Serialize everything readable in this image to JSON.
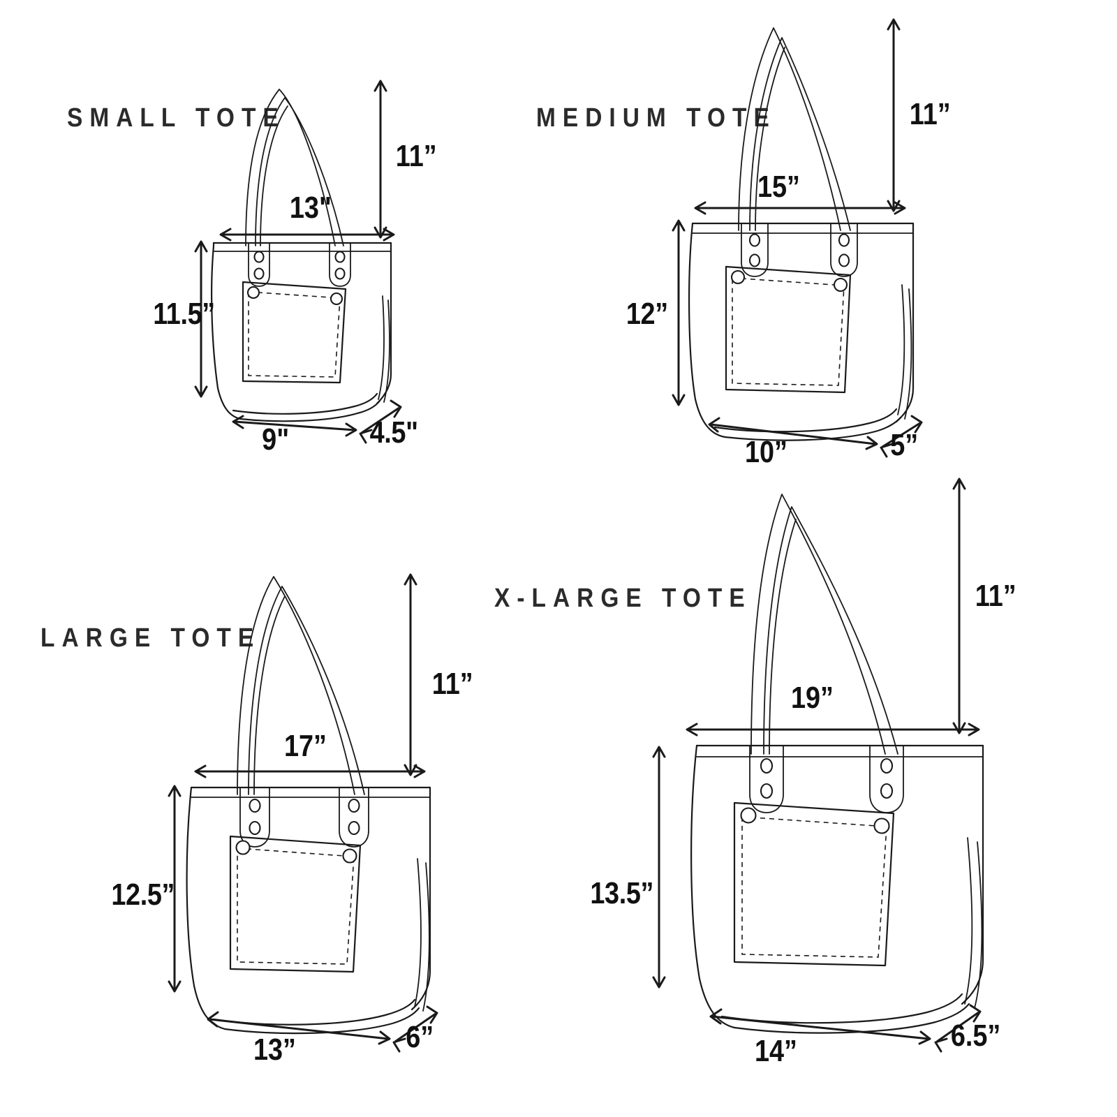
{
  "page": {
    "background_color": "#ffffff",
    "line_color": "#1a1a1a",
    "title_color": "#2b2b2b",
    "label_color": "#111111"
  },
  "chart_data": {
    "type": "table",
    "title": "Tote Bag Size Chart",
    "units": "inches",
    "categories": [
      "SMALL TOTE",
      "MEDIUM TOTE",
      "LARGE TOTE",
      "X-LARGE TOTE"
    ],
    "measurements": [
      "top width",
      "height",
      "bottom width",
      "depth",
      "handle drop"
    ],
    "rows": [
      {
        "name": "SMALL TOTE",
        "top_width": 13,
        "height": 11.5,
        "bottom_width": 9,
        "depth": 4.5,
        "handle_drop": 11
      },
      {
        "name": "MEDIUM TOTE",
        "top_width": 15,
        "height": 12,
        "bottom_width": 10,
        "depth": 5,
        "handle_drop": 11
      },
      {
        "name": "LARGE TOTE",
        "top_width": 17,
        "height": 12.5,
        "bottom_width": 13,
        "depth": 6,
        "handle_drop": 11
      },
      {
        "name": "X-LARGE TOTE",
        "top_width": 19,
        "height": 13.5,
        "bottom_width": 14,
        "depth": 6.5,
        "handle_drop": 11
      }
    ],
    "xlabel": "",
    "ylabel": "",
    "legend": []
  },
  "totes": {
    "small": {
      "title": "SMALL TOTE",
      "top_width": "13\"",
      "handle_drop": "11”",
      "height": "11.5”",
      "bottom_width": "9\"",
      "depth": "4.5\""
    },
    "medium": {
      "title": "MEDIUM TOTE",
      "top_width": "15”",
      "handle_drop": "11”",
      "height": "12”",
      "bottom_width": "10”",
      "depth": "5”"
    },
    "large": {
      "title": "LARGE TOTE",
      "top_width": "17”",
      "handle_drop": "11”",
      "height": "12.5”",
      "bottom_width": "13”",
      "depth": "6”"
    },
    "xlarge": {
      "title": "X-LARGE TOTE",
      "top_width": "19”",
      "handle_drop": "11”",
      "height": "13.5”",
      "bottom_width": "14”",
      "depth": "6.5”"
    }
  }
}
